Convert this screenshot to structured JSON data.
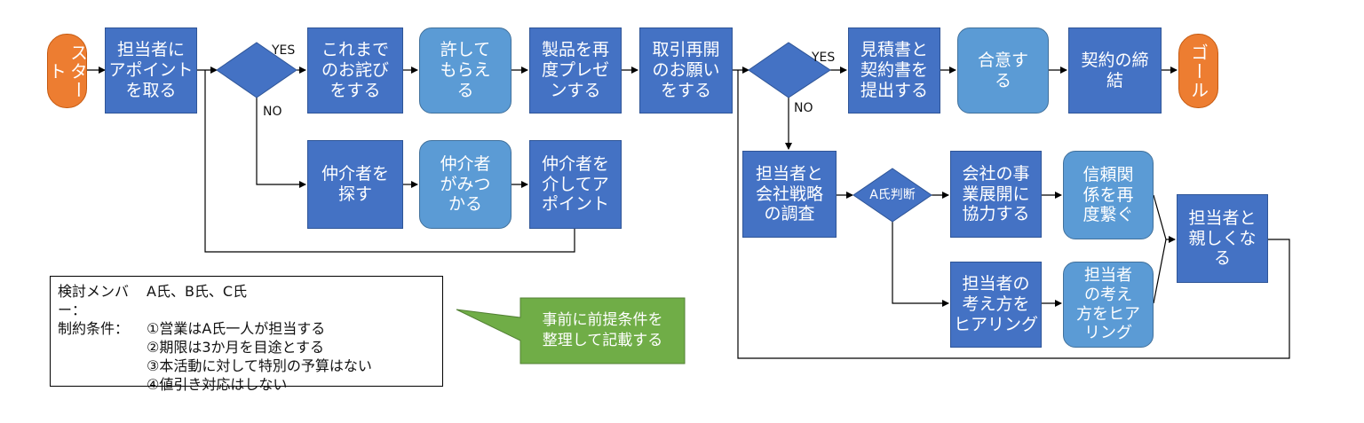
{
  "flow": {
    "start": "スタート",
    "appointment": "担当者に\nアポイント\nを取る",
    "decision1_yes": "YES",
    "decision1_no": "NO",
    "apologize": "これまで\nのお詫び\nをする",
    "forgiven": "許して\nもらえ\nる",
    "represent": "製品を再\n度プレゼ\nンする",
    "resume_request": "取引再開\nのお願い\nをする",
    "decision2_yes": "YES",
    "decision2_no": "NO",
    "quote": "見積書と\n契約書を\n提出する",
    "agree": "合意す\nる",
    "contract": "契約の締\n結",
    "goal": "ゴール",
    "find_mediator": "仲介者を\n探す",
    "mediator_found": "仲介者\nがみつ\nかる",
    "mediated_appointment": "仲介者を\n介してア\nポイント",
    "research": "担当者と\n会社戦略\nの調査",
    "a_judgment": "A氏判断",
    "cooperate": "会社の事\n業展開に\n協力する",
    "rebuild_trust": "信頼関\n係を再\n度繋ぐ",
    "close_relation": "担当者と\n親しくな\nる",
    "hear_views": "担当者の\n考え方を\nヒアリング",
    "views_heard": "担当者\nの考え\n方をヒア\nリング"
  },
  "memo": {
    "members_label": "検討メンバー：",
    "members_value": "A氏、B氏、C氏",
    "constraints_label": "制約条件：",
    "constraint_1": "①営業はA氏一人が担当する",
    "constraint_2": "②期限は3か月を目途とする",
    "constraint_3": "③本活動に対して特別の予算はない",
    "constraint_4": "④値引き対応はしない"
  },
  "callout": {
    "text": "事前に前提条件を\n整理して記載する"
  },
  "colors": {
    "process": "#4472c4",
    "state": "#5b9bd5",
    "terminal": "#ed7d31",
    "callout": "#70ad47",
    "line": "#000000"
  }
}
